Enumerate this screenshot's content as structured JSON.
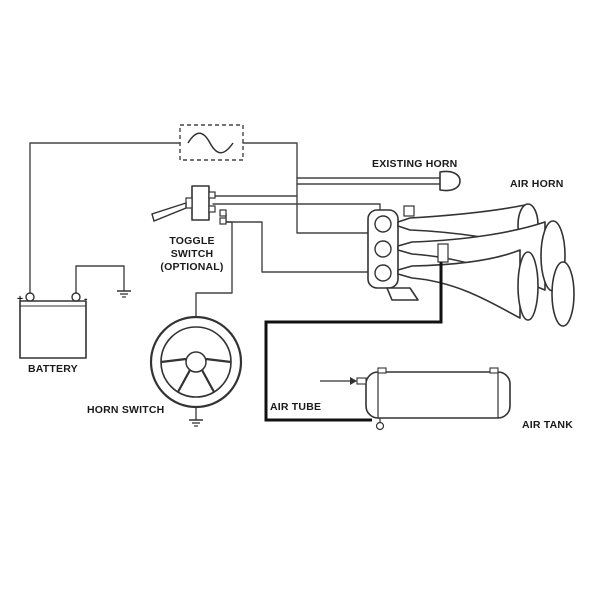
{
  "labels": {
    "existing_horn": "EXISTING HORN",
    "air_horn": "AIR HORN",
    "toggle_switch_line1": "TOGGLE",
    "toggle_switch_line2": "SWITCH",
    "toggle_switch_line3": "(OPTIONAL)",
    "battery": "BATTERY",
    "horn_switch": "HORN SWITCH",
    "air_tube": "AIR TUBE",
    "air_tank": "AIR TANK"
  },
  "battery_terminals": {
    "positive": "+",
    "negative": "-"
  },
  "icons": {
    "fuse": "fuse-icon",
    "toggle_switch": "toggle-switch-icon",
    "battery": "battery-icon",
    "ground": "ground-icon",
    "horn_switch": "steering-wheel-icon",
    "existing_horn": "horn-icon",
    "air_horn": "trumpet-horn-icon",
    "air_tank": "air-tank-icon"
  },
  "colors": {
    "line": "#444444",
    "outline": "#333333",
    "background": "#ffffff"
  }
}
